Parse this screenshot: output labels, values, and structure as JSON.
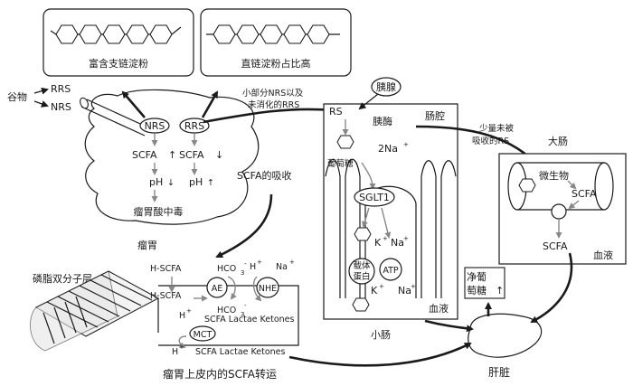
{
  "starch": {
    "amylopectin_label": "富含支链淀粉",
    "amylose_label": "直链淀粉占比高"
  },
  "inputs": {
    "grain": "谷物",
    "rrs_top": "RRS",
    "nrs_top": "NRS"
  },
  "rumen": {
    "nrs_node": "NRS",
    "rrs_node": "RRS",
    "scfa_left": "SCFA",
    "scfa_right": "SCFA",
    "ph_left": "pH",
    "ph_right": "pH",
    "acidosis": "瘤胃酸中毒",
    "title": "瘤胃",
    "up_arrow": "↑",
    "down_arrow": "↓"
  },
  "flows": {
    "to_intestine": "小部分NRS以及",
    "to_intestine_2": "未消化的RRS",
    "scfa_absorption": "SCFA的吸收",
    "to_colon_1": "少量未被",
    "to_colon_2": "吸收的RS"
  },
  "small_intestine": {
    "pancreas": "胰腺",
    "rs": "RS",
    "amylase": "胰酶",
    "lumen": "肠腔",
    "glucose": "葡萄糖",
    "na2": "2Na",
    "sglt": "SGLT1",
    "k1": "K",
    "na1": "Na",
    "carrier_1": "载体",
    "carrier_2": "蛋白",
    "atp": "ATP",
    "k2": "K",
    "na3": "Na",
    "blood": "血液",
    "title": "小肠",
    "plus": "+"
  },
  "large_intestine": {
    "title": "大肠",
    "microbe": "微生物",
    "scfa_in": "SCFA",
    "scfa_out": "SCFA",
    "blood": "血液"
  },
  "liver": {
    "label": "肝脏",
    "net_glucose_1": "净葡",
    "net_glucose_2": "萄糖",
    "up": "↑"
  },
  "epithelium": {
    "bilayer": "磷脂双分子层",
    "hscfa_1": "H-SCFA",
    "hscfa_2": "H-SCFA",
    "hco3_1": "HCO",
    "hco3_2": "HCO",
    "h_1": "H",
    "h_2": "H",
    "h_3": "H",
    "na_1": "Na",
    "ae": "AE",
    "nhe": "NHE",
    "mct": "MCT",
    "scfa_lk_1": "SCFA Lactae Ketones",
    "scfa_lk_2": "SCFA Lactae Ketones",
    "caption": "瘤胃上皮内的SCFA转运"
  }
}
